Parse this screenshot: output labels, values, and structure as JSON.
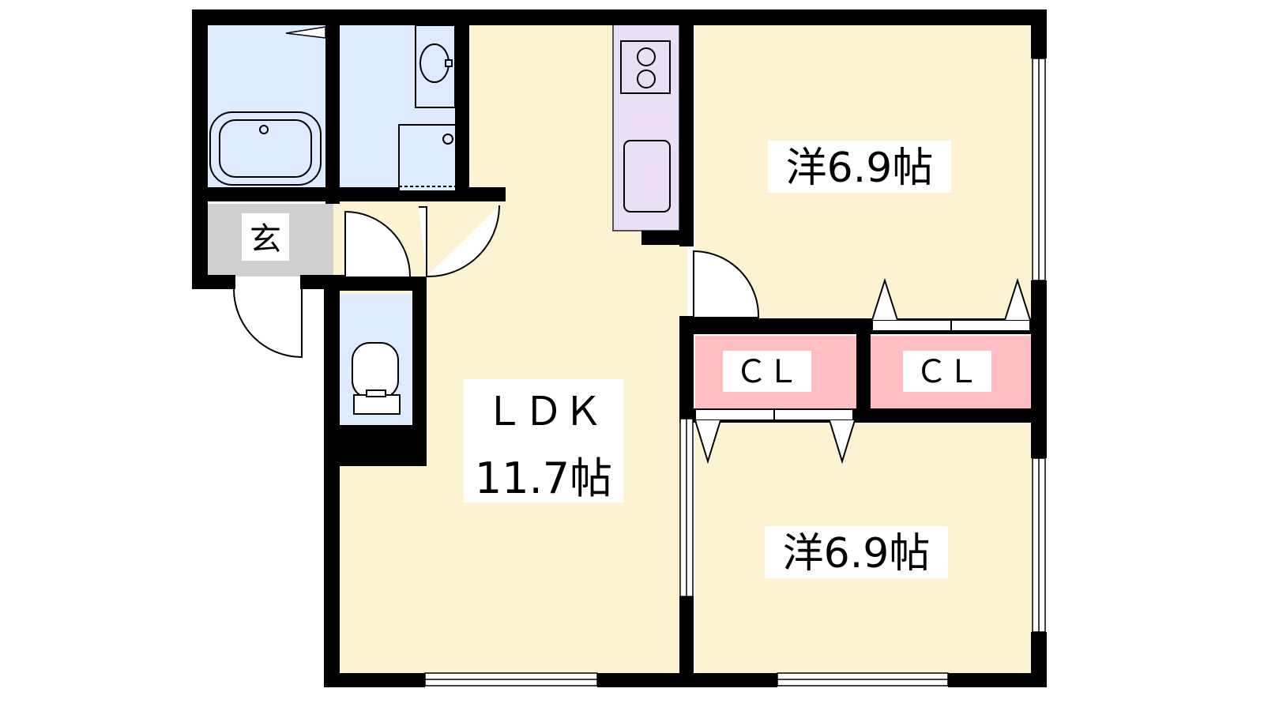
{
  "rooms": {
    "ldk_name": "ＬＤＫ",
    "ldk_size": "11.7帖",
    "bedroom_top": "洋6.9帖",
    "bedroom_bottom": "洋6.9帖",
    "closet_left": "ＣＬ",
    "closet_right": "ＣＬ",
    "entrance": "玄"
  },
  "colors": {
    "wall": "#000000",
    "floor_living": "#fdf2d2",
    "floor_wet": "#dcebff",
    "floor_entrance": "#cfcfcf",
    "floor_closet": "#ffbfc2",
    "floor_kitchen": "#eadff5"
  }
}
